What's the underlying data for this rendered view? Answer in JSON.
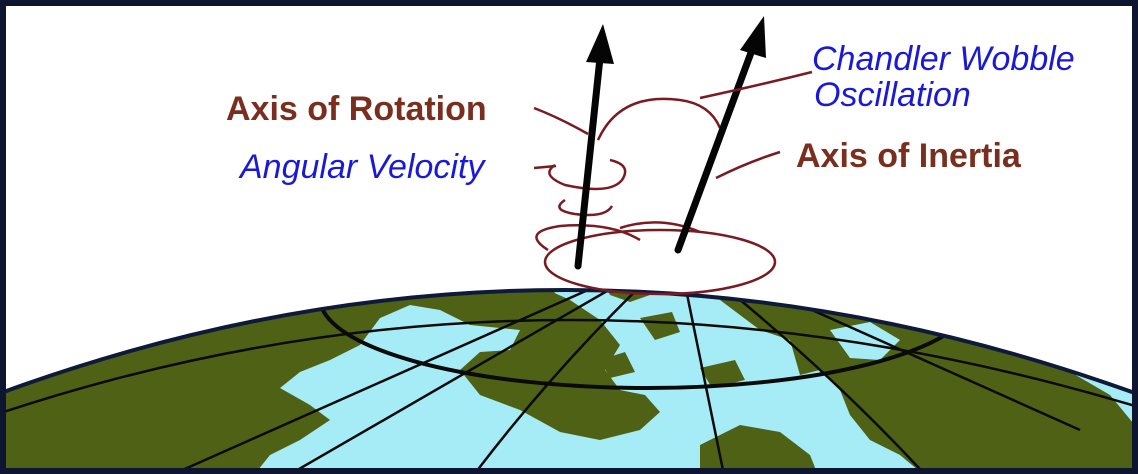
{
  "labels": {
    "axis_of_rotation": "Axis of Rotation",
    "angular_velocity": "Angular Velocity",
    "chandler_line1": "Chandler Wobble",
    "chandler_line2": "Oscillation",
    "axis_of_inertia": "Axis of Inertia"
  },
  "colors": {
    "ocean": "#a6ecf6",
    "land": "#4e6115",
    "grid": "#0a0a0a",
    "maroon": "#7a2e1e",
    "blue": "#1a1ad6",
    "frame": "#0d1530"
  }
}
